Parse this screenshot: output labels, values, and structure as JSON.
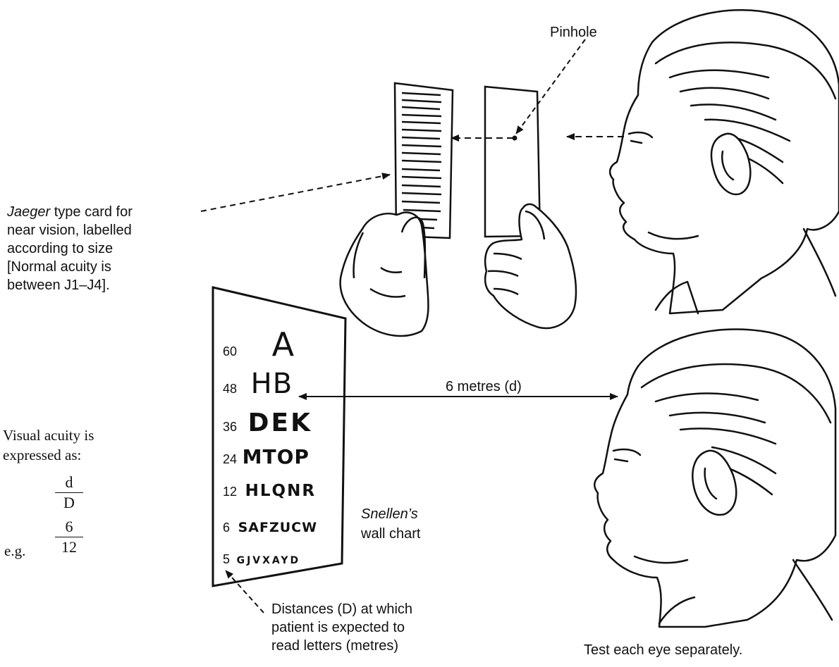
{
  "labels": {
    "pinhole": "Pinhole",
    "jaeger_italic": "Jaeger",
    "jaeger_line1_rest": " type card for",
    "jaeger_line2": "near vision, labelled",
    "jaeger_line3": "according to size",
    "jaeger_line4": "[Normal acuity is",
    "jaeger_line5": "between J1–J4].",
    "distance": "6 metres (d)",
    "snellen_italic": "Snellen’s",
    "snellen_line2": "wall chart",
    "distances_line1": "Distances (D) at which",
    "distances_line2": "patient is expected to",
    "distances_line3": "read letters (metres)",
    "test_each_eye": "Test each eye separately.",
    "acuity_line1": "Visual acuity is",
    "acuity_line2": "expressed as:",
    "eg": "e.g."
  },
  "formula": {
    "numerator": "d",
    "denominator": "D"
  },
  "example": {
    "numerator": "6",
    "denominator": "12"
  },
  "snellen_rows": [
    {
      "distance": "60",
      "letters": "A"
    },
    {
      "distance": "48",
      "letters": "HB"
    },
    {
      "distance": "36",
      "letters": "DEK"
    },
    {
      "distance": "24",
      "letters": "MTOP"
    },
    {
      "distance": "12",
      "letters": "HLQNR"
    },
    {
      "distance": "6",
      "letters": "SAFZUCW"
    },
    {
      "distance": "5",
      "letters": "GJVXAYD"
    }
  ],
  "colors": {
    "ink": "#111111",
    "paper": "#ffffff"
  }
}
